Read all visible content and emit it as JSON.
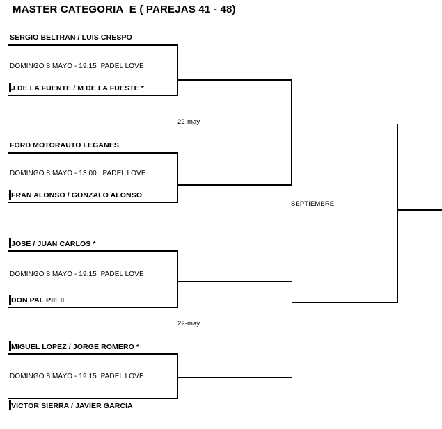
{
  "title": "MASTER CATEGORIA  E ( PAREJAS 41 - 48)",
  "bracket": {
    "round1": {
      "matches": [
        {
          "top_team": "SERGIO BELTRAN / LUIS CRESPO",
          "bottom_team": "J DE LA FUENTE / M DE LA FUESTE *",
          "info": "DOMINGO 8 MAYO - 19.15  PADEL LOVE",
          "day": "DOMINGO 8 MAYO",
          "time": "19.15",
          "venue": "PADEL LOVE"
        },
        {
          "top_team": "FORD MOTORAUTO LEGANES",
          "bottom_team": "FRAN ALONSO / GONZALO ALONSO",
          "info": "DOMINGO 8 MAYO - 13.00   PADEL LOVE",
          "day": "DOMINGO 8 MAYO",
          "time": "13.00",
          "venue": "PADEL LOVE"
        },
        {
          "top_team": "JOSE / JUAN CARLOS *",
          "bottom_team": "DON PAL PIE II",
          "info": "DOMINGO 8 MAYO - 19.15  PADEL LOVE",
          "day": "DOMINGO 8 MAYO",
          "time": "19.15",
          "venue": "PADEL LOVE"
        },
        {
          "top_team": "MIGUEL LOPEZ / JORGE ROMERO *",
          "bottom_team": "VICTOR SIERRA / JAVIER GARCIA",
          "info": "DOMINGO 8 MAYO - 19.15  PADEL LOVE",
          "day": "DOMINGO 8 MAYO",
          "time": "19.15",
          "venue": "PADEL LOVE"
        }
      ]
    },
    "round2": {
      "labels": [
        {
          "text": "22-may"
        },
        {
          "text": "22-may"
        }
      ]
    },
    "final": {
      "label": "SEPTIEMBRE"
    }
  },
  "colors": {
    "line": "#000000",
    "text": "#000000",
    "background": "#ffffff"
  }
}
